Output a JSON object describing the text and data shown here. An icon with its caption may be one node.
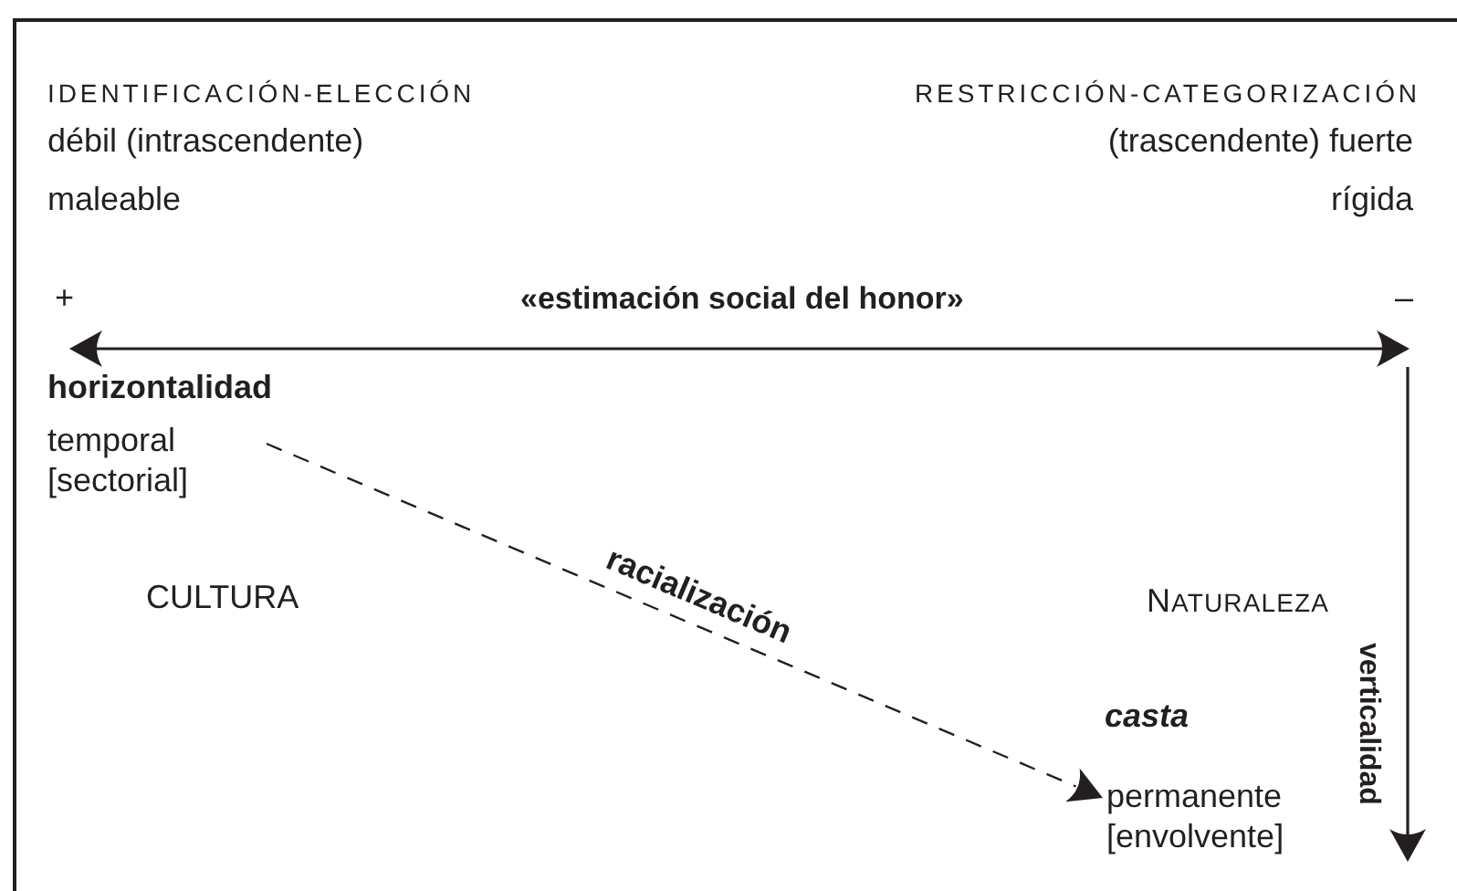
{
  "diagram": {
    "nodes": [
      {
        "text": [
          "temporal [sectorial]"
        ]
      },
      {
        "text": [
          "permanente [envolvente]"
        ]
      }
    ],
    "edges": [
      {
        "from": 0,
        "to": 1,
        "arrow": "to",
        "style": "dashed",
        "label": "racialización"
      }
    ],
    "labels": [
      "IDENTIFICACIÓN-ELECCIÓN",
      "débil (intrascendente)",
      "maleable",
      "RESTRICCIÓN-CATEGORIZACIÓN",
      "(trascendente) fuerte",
      "rígida",
      "+",
      "«estimación social del honor»",
      "–",
      "horizontalidad",
      "CULTURA",
      "NATURALEZA",
      "casta",
      "verticalidad"
    ]
  }
}
